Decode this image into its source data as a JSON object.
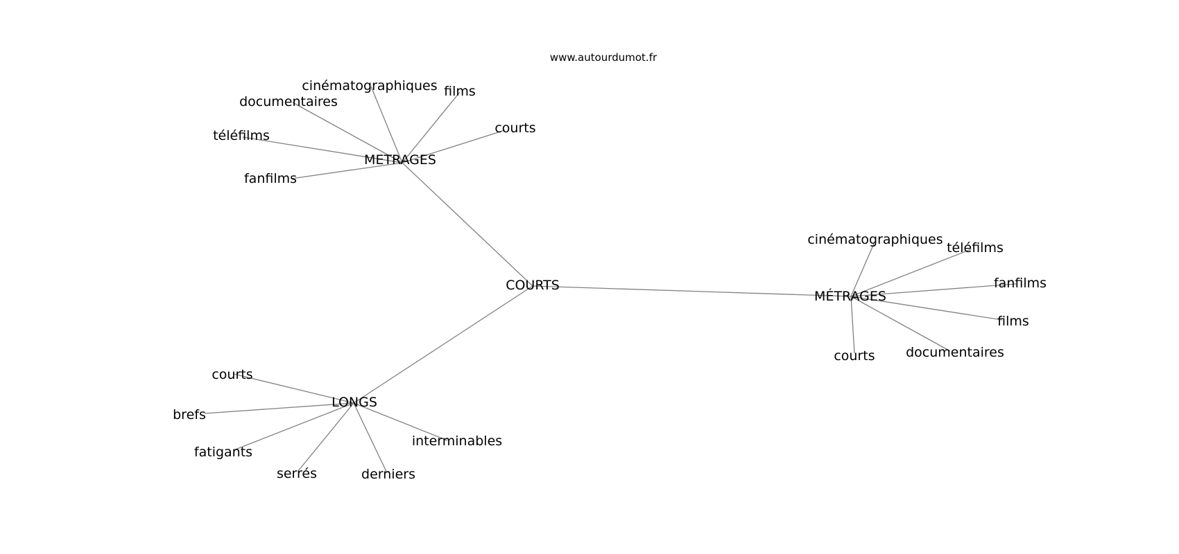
{
  "source": "www.autourdumot.fr",
  "center": "COURTS",
  "groups": [
    {
      "hub": "METRAGES",
      "leaves": [
        "cinématographiques",
        "films",
        "documentaires",
        "courts",
        "téléfilms",
        "fanfilms"
      ]
    },
    {
      "hub": "MÉTRAGES",
      "leaves": [
        "cinématographiques",
        "téléfilms",
        "fanfilms",
        "films",
        "documentaires",
        "courts"
      ]
    },
    {
      "hub": "LONGS",
      "leaves": [
        "courts",
        "brefs",
        "fatigants",
        "serrés",
        "derniers",
        "interminables"
      ]
    }
  ],
  "colors": {
    "edge": "#808080",
    "text": "#000000",
    "background": "#ffffff"
  }
}
